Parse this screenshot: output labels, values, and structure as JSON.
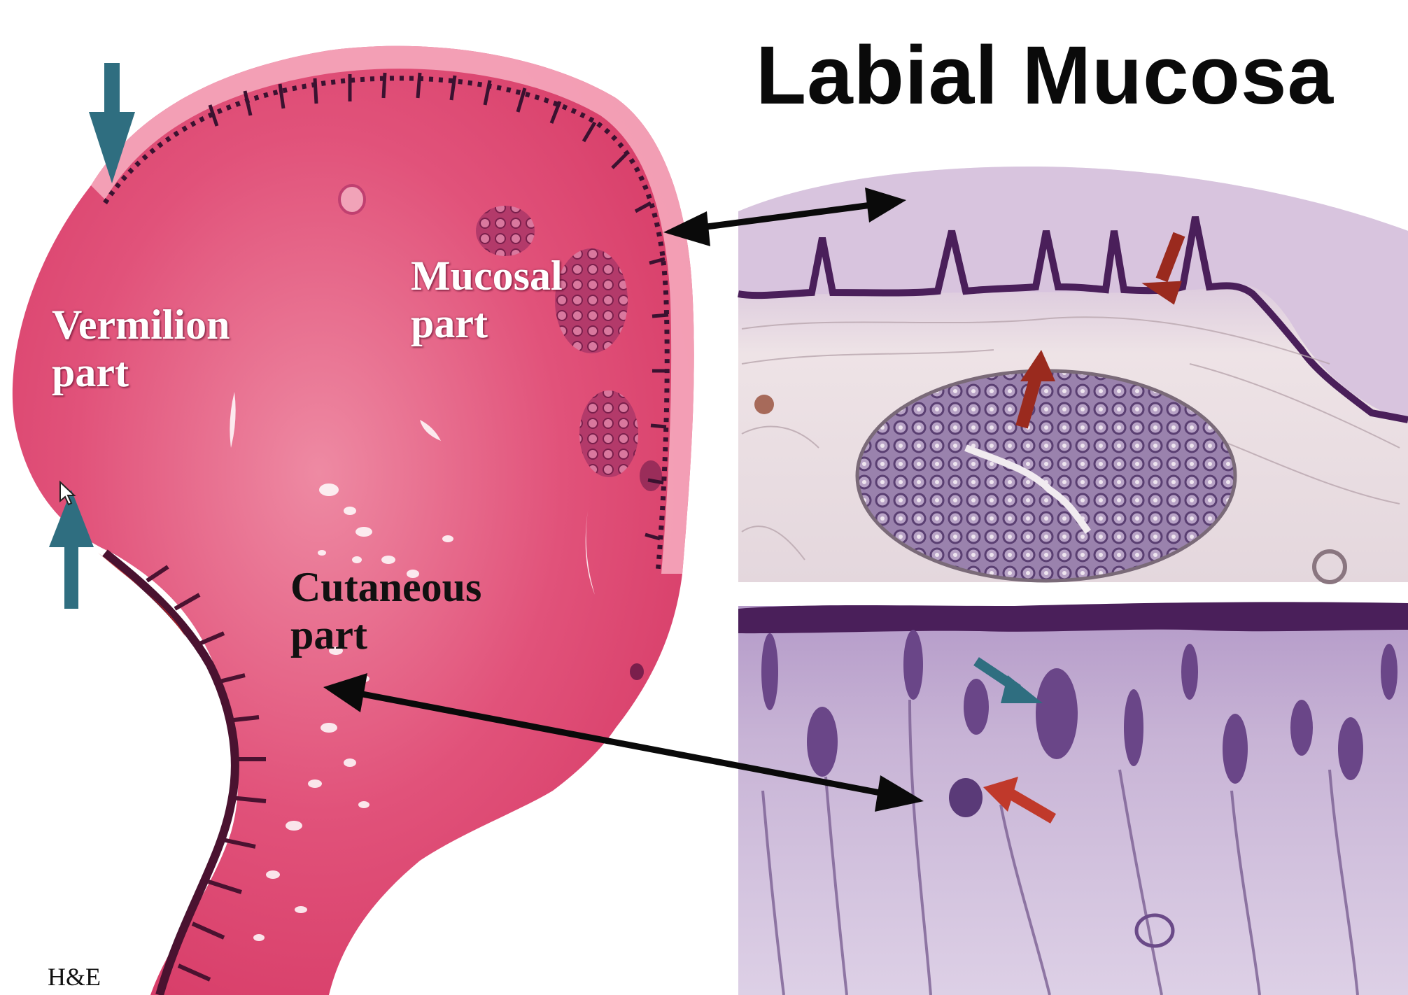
{
  "title": "Labial Mucosa",
  "labels": {
    "vermilion": "Vermilion\npart",
    "mucosal": "Mucosal\npart",
    "cutaneous": "Cutaneous\npart"
  },
  "stain": "H&E",
  "colors": {
    "he_pink": "#e0456e",
    "he_pink_light": "#f27a97",
    "epithelium_dark": "#3a1230",
    "mucosa_purple": "#b89ab8",
    "mucosa_epithelium": "#4a1f5a",
    "tissue_light": "#e8dbe2",
    "skin_purple": "#9e86b8",
    "blue_arrow": "#2f6e80",
    "red_arrow": "#9a2a1e",
    "double_arrow": "#0a0a0a"
  },
  "panels": {
    "main": "h-e-section-lip",
    "top_right": "mucosal-micrograph",
    "bottom_right": "cutaneous-micrograph"
  }
}
